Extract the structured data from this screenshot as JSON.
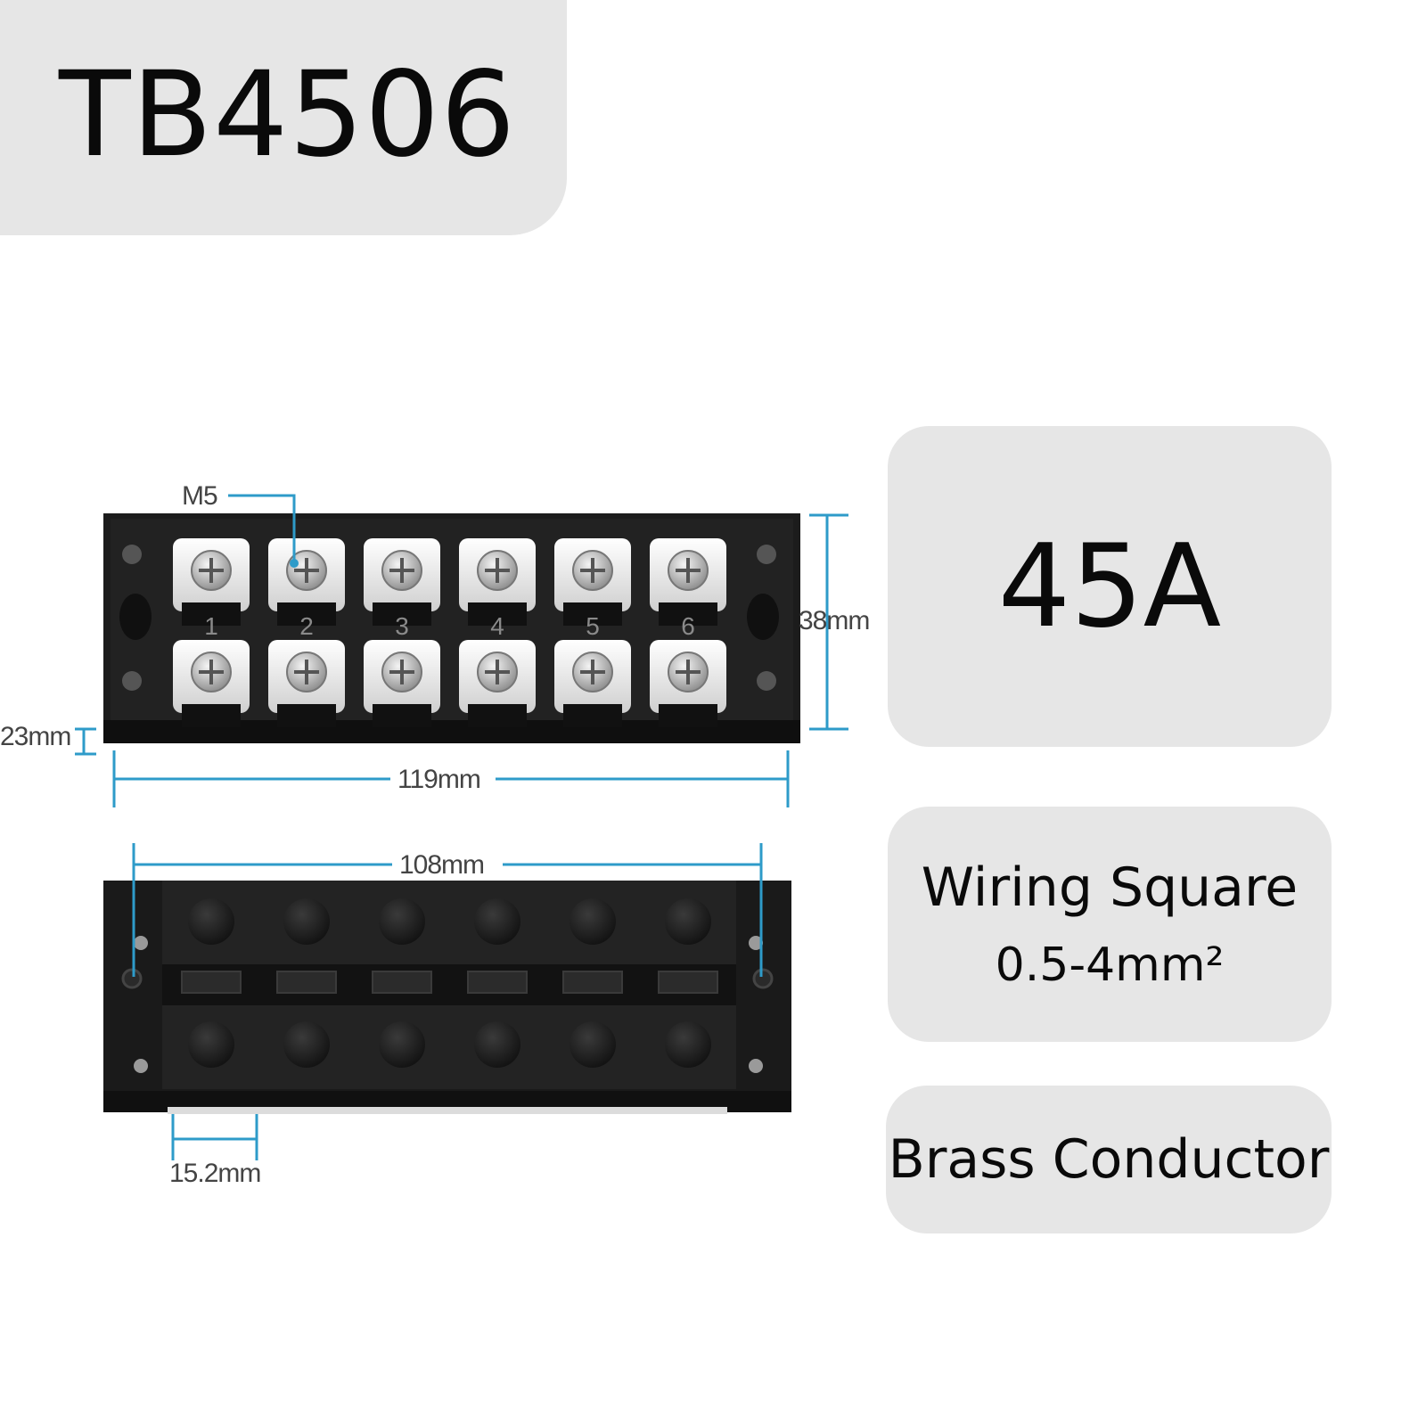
{
  "title": "TB4506",
  "specs": {
    "current": "45A",
    "wiring_title": "Wiring Square",
    "wiring_range": "0.5-4mm²",
    "conductor": "Brass Conductor"
  },
  "dimensions": {
    "screw": "M5",
    "height": "38mm",
    "base": "23mm",
    "length": "119mm",
    "mount_spacing": "108mm",
    "pitch": "15.2mm"
  },
  "terminal_numbers": [
    "1",
    "2",
    "3",
    "4",
    "5",
    "6"
  ],
  "colors": {
    "accent": "#2e9bc9",
    "housing": "#1c1c1c",
    "card": "#e6e6e6"
  }
}
